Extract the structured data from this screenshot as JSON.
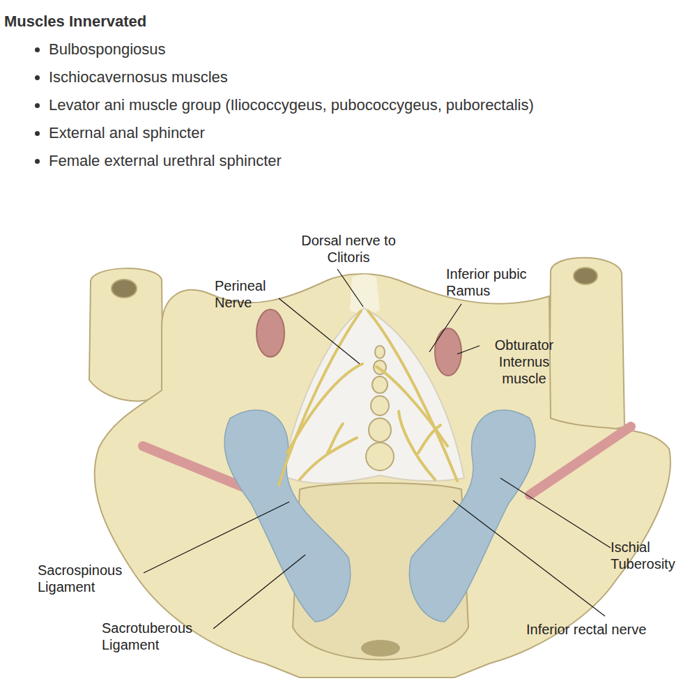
{
  "diagram": {
    "title": "Muscles Innervated",
    "labels": [
      "Bulbospongiosus",
      "Ischiocavernosus muscles",
      "Levator ani muscle group (Iliococcygeus, pubococcygeus, puborectalis)",
      "External anal sphincter",
      "Female external urethral sphincter",
      "Dorsal nerve to Clitoris",
      "Perineal Nerve",
      "Inferior pubic Ramus",
      "Obturator Internus muscle",
      "Ischial Tuberosity",
      "Sacrospinous Ligament",
      "Sacrotuberous Ligament",
      "Inferior rectal nerve"
    ]
  }
}
